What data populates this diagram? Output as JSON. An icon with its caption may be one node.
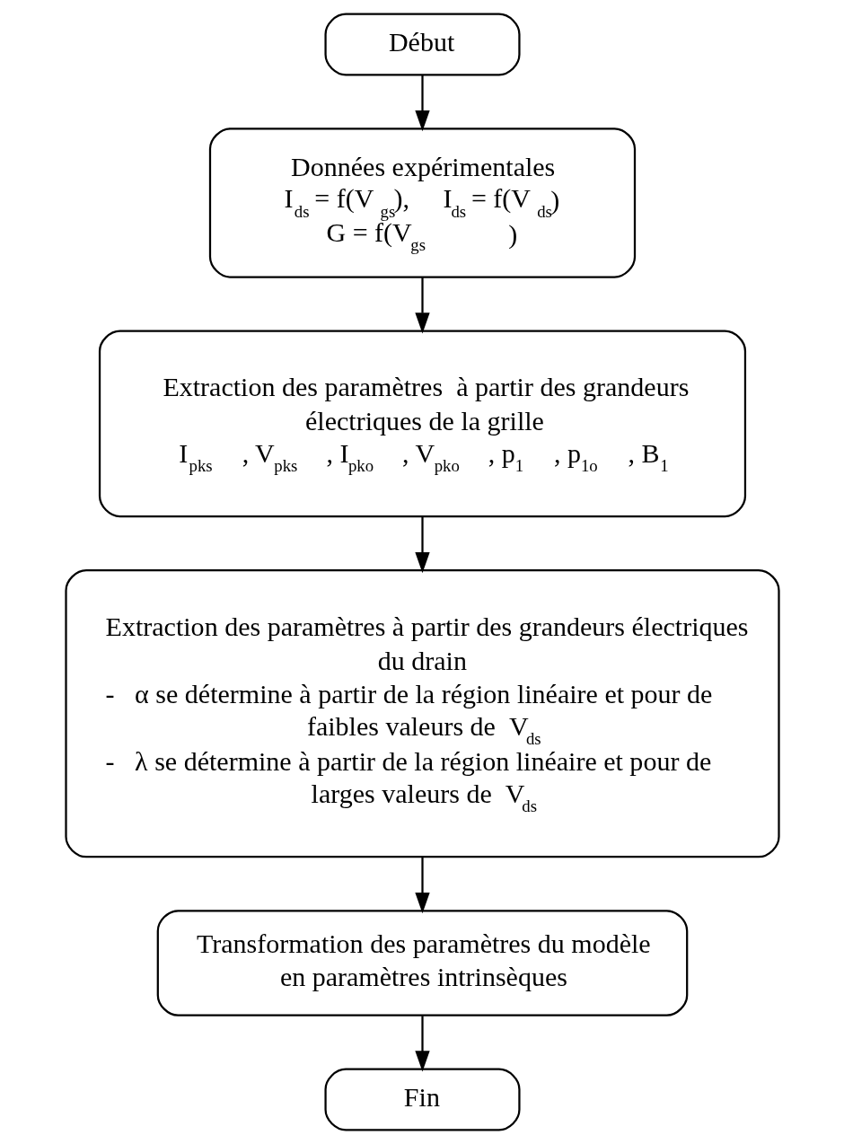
{
  "diagram": {
    "nodes": [
      {
        "text": [
          "Début"
        ]
      },
      {
        "text": [
          "Données expérimentales",
          "I$_{ds}$ = f(V$_{gs}$),     I$_{ds}$ = f(V$_{ds}$)",
          "G = f(V$_{gs}$)"
        ]
      },
      {
        "text": [
          "Extraction des paramètres  à partir des grandeurs électriques de la grille",
          "I$_{pks}$, V$_{pks}$, I$_{pko}$, V$_{pko}$, p$_{1}$, p$_{1o}$, B$_{1}$"
        ]
      },
      {
        "text": [
          "Extraction des paramètres à partir des grandeurs électriques du drain",
          "-   α se détermine à partir de la région linéaire et pour de faibles valeurs de  V$_{ds}$",
          "-   λ se détermine à partir de la région linéaire et pour de larges valeurs de  V$_{ds}$"
        ]
      },
      {
        "text": [
          "Transformation des paramètres du modèle en paramètres intrinsèques"
        ]
      },
      {
        "text": [
          "Fin"
        ]
      }
    ],
    "edges": [
      {
        "from": 0,
        "to": 1,
        "arrow": "to"
      },
      {
        "from": 1,
        "to": 2,
        "arrow": "to"
      },
      {
        "from": 2,
        "to": 3,
        "arrow": "to"
      },
      {
        "from": 3,
        "to": 4,
        "arrow": "to"
      },
      {
        "from": 4,
        "to": 5,
        "arrow": "to"
      }
    ]
  }
}
